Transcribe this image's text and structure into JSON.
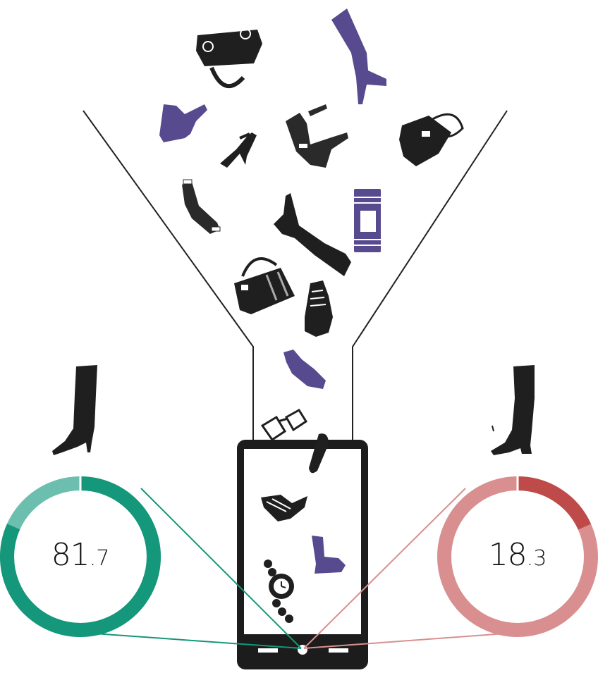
{
  "left_stat": {
    "integer_part": "81",
    "decimal_part": ".7",
    "percent": 81.7,
    "ring_color": "#14977a",
    "ring_remainder_color": "#6cbfae",
    "icon": "tall-boot-high-heel-icon"
  },
  "right_stat": {
    "integer_part": "18",
    "decimal_part": ".3",
    "percent": 18.3,
    "ring_color": "#bf4a4a",
    "ring_remainder_color": "#d98f8f",
    "icon": "tall-boot-low-heel-icon"
  },
  "colors": {
    "funnel_line": "#222222",
    "item_black": "#1f1f1f",
    "item_purple": "#574a8e",
    "phone_body": "#1c1c1c",
    "phone_screen": "#ffffff"
  },
  "funnel_items": [
    {
      "icon": "handbag-icon",
      "color": "black"
    },
    {
      "icon": "thigh-boot-icon",
      "color": "purple"
    },
    {
      "icon": "ankle-boot-icon",
      "color": "purple"
    },
    {
      "icon": "strappy-sandal-icon",
      "color": "black"
    },
    {
      "icon": "swimsuit-top-icon",
      "color": "black"
    },
    {
      "icon": "hobo-bag-icon",
      "color": "black"
    },
    {
      "icon": "bikini-bottom-icon",
      "color": "black"
    },
    {
      "icon": "knee-boot-icon",
      "color": "black"
    },
    {
      "icon": "wristwatch-icon",
      "color": "purple"
    },
    {
      "icon": "tote-bag-icon",
      "color": "black"
    },
    {
      "icon": "sneaker-icon",
      "color": "black"
    },
    {
      "icon": "swim-briefs-icon",
      "color": "purple"
    },
    {
      "icon": "glasses-icon",
      "color": "black"
    }
  ],
  "phone_items": [
    {
      "icon": "flip-flop-icon",
      "color": "black"
    },
    {
      "icon": "wedge-sandal-icon",
      "color": "black"
    },
    {
      "icon": "platform-heel-icon",
      "color": "purple"
    },
    {
      "icon": "bead-watch-icon",
      "color": "black"
    }
  ]
}
